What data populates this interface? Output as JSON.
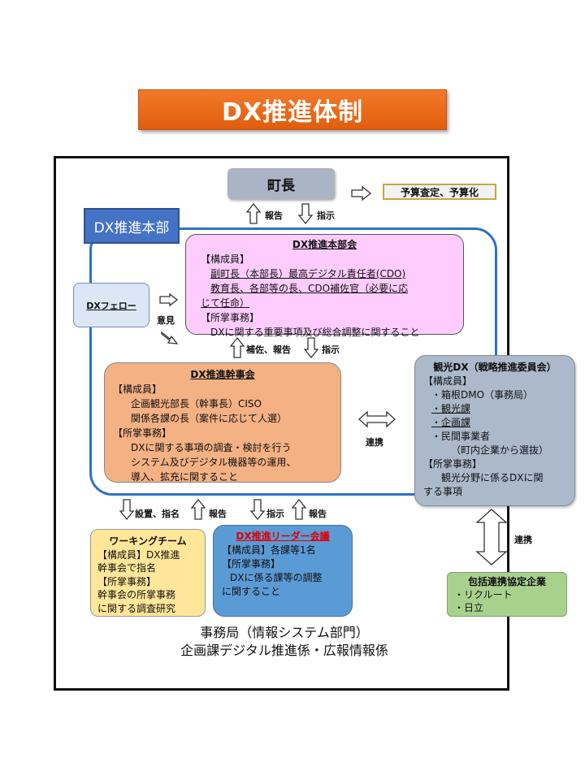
{
  "title": "DX推進体制",
  "mayor": "町長",
  "budget": "予算査定、予算化",
  "hq_label": "DX推進本部",
  "honbu": {
    "title": "DX推進本部会",
    "members_head": "【構成員】",
    "members": [
      "副町長（本部長）最高デジタル責任者(CDO)",
      "教育長、各部等の長、CDO補佐官（必要に応",
      "じて任命）"
    ],
    "duties_head": "【所掌事務】",
    "duties": [
      "DXに関する重要事項及び総合調整に関すること"
    ]
  },
  "fellow": "DXフェロー",
  "kanji": {
    "title": "DX推進幹事会",
    "members_head": "【構成員】",
    "members": [
      "企画観光部長（幹事長）CISO",
      "関係各課の長（案件に応じて人選）"
    ],
    "duties_head": "【所掌事務】",
    "duties": [
      "DXに関する事項の調査・検討を行う",
      "システム及びデジタル機器等の運用、",
      "導入、拡充に関すること"
    ]
  },
  "kanko": {
    "title": "観光DX（戦略推進委員会）",
    "members_head": "【構成員】",
    "members": [
      "・箱根DMO（事務局）",
      "・観光課",
      "・企画課",
      "・民間事業者",
      "（町内企業から選抜）"
    ],
    "duties_head": "【所掌事務】",
    "duties": [
      "観光分野に係るDXに関",
      "する事項"
    ]
  },
  "wg": {
    "title": "ワーキングチーム",
    "lines": [
      "【構成員】DX推進",
      "幹事会で指名",
      "【所掌事務】",
      "幹事会の所掌事務",
      "に関する調査研究"
    ]
  },
  "leader": {
    "title": "DX推進リーダー会議",
    "lines": [
      "【構成員】各課等1名",
      "【所掌事務】",
      "DXに係る課等の調整",
      "に関すること"
    ]
  },
  "partner": {
    "title": "包括連携協定企業",
    "lines": [
      "・リクルート",
      "・日立"
    ]
  },
  "secretariat": [
    "事務局（情報システム部門）",
    "企画課デジタル推進係・広報情報係"
  ],
  "labels": {
    "report": "報告",
    "instruct": "指示",
    "opinion": "意見",
    "assist_report": "補佐、報告",
    "coordinate": "連携",
    "setup_appoint": "設置、指名"
  },
  "colors": {
    "title_bg": "#e8661a",
    "hq_border": "#2d72c6",
    "honbu_bg": "#ffccff",
    "kanji_bg": "#f4b183",
    "kanko_bg": "#acb9ca",
    "wg_bg": "#ffe699",
    "leader_bg": "#5b9bd5",
    "partner_bg": "#a9d18e",
    "leader_title": "#e00000"
  }
}
